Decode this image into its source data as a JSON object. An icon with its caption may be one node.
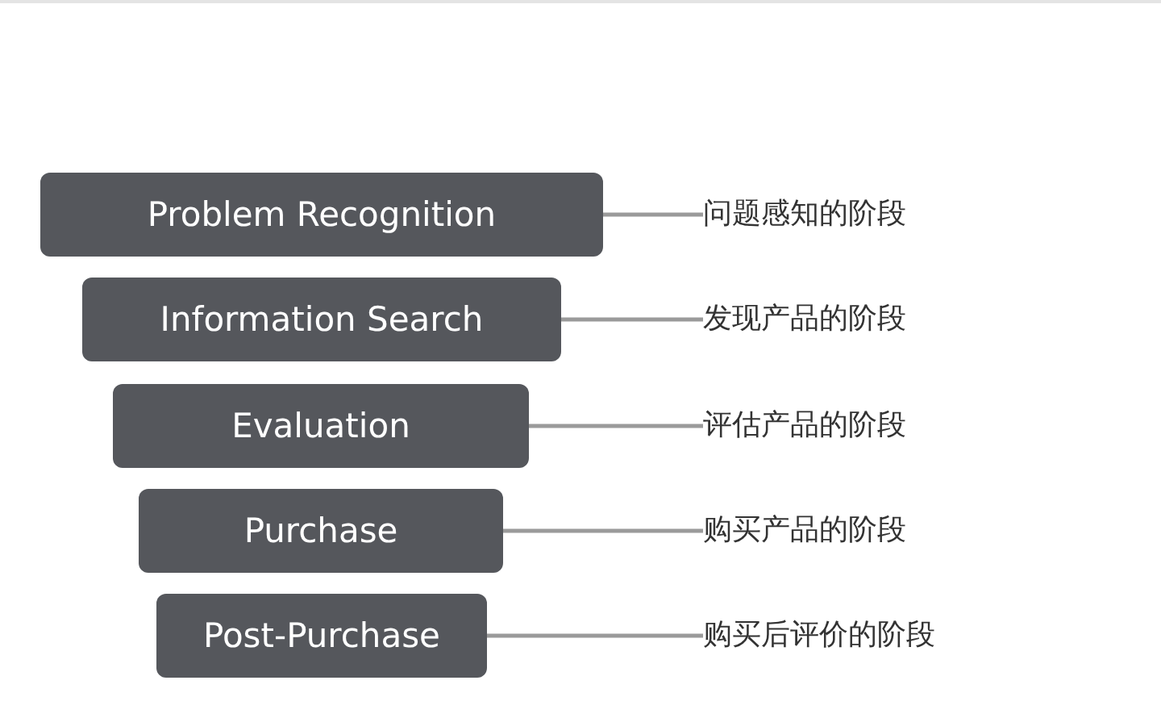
{
  "diagram": {
    "nodes": [
      {
        "text": [
          "Problem Recognition"
        ]
      },
      {
        "text": [
          "Information Search"
        ]
      },
      {
        "text": [
          "Evaluation"
        ]
      },
      {
        "text": [
          "Purchase"
        ]
      },
      {
        "text": [
          "Post-Purchase"
        ]
      },
      {
        "text": [
          "问题感知的阶段"
        ]
      },
      {
        "text": [
          "发现产品的阶段"
        ]
      },
      {
        "text": [
          "评估产品的阶段"
        ]
      },
      {
        "text": [
          "购买产品的阶段"
        ]
      },
      {
        "text": [
          "购买后评价的阶段"
        ]
      }
    ],
    "edges": [
      {
        "from": 5,
        "to": 0,
        "arrow": "none"
      },
      {
        "from": 6,
        "to": 1,
        "arrow": "none"
      },
      {
        "from": 7,
        "to": 2,
        "arrow": "none"
      },
      {
        "from": 8,
        "to": 3,
        "arrow": "none"
      },
      {
        "from": 9,
        "to": 4,
        "arrow": "none"
      }
    ]
  }
}
